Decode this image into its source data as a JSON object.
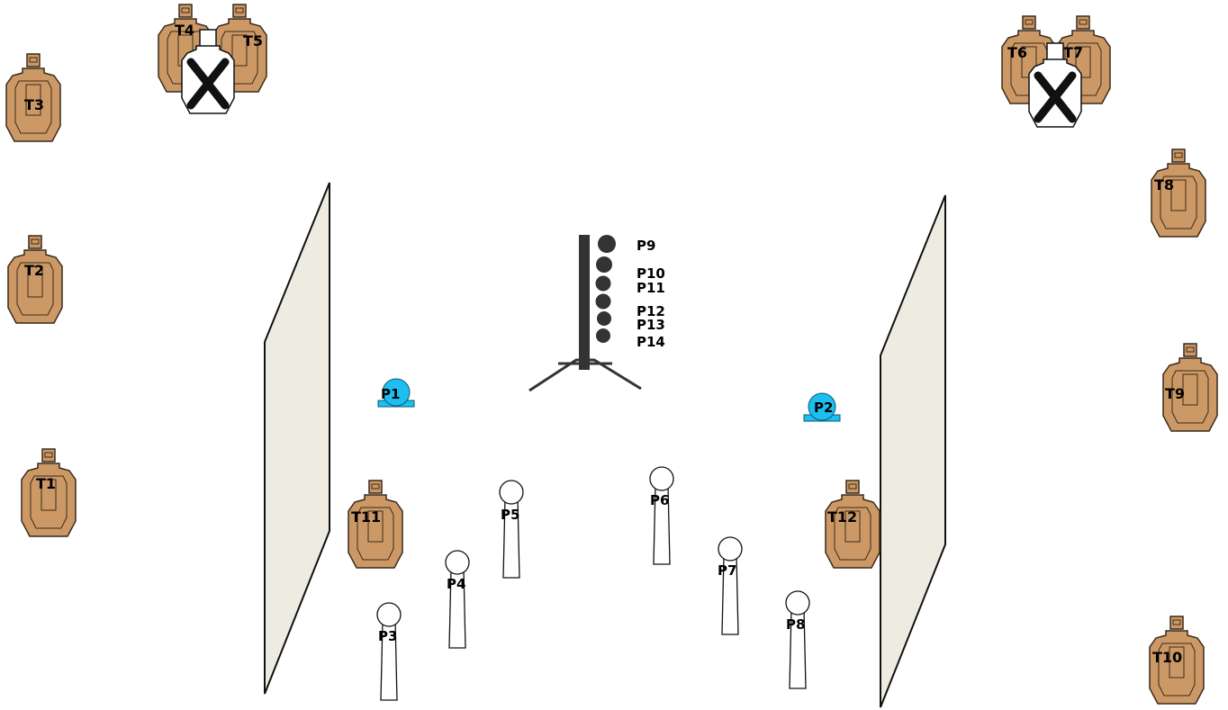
{
  "colors": {
    "target_fill": "#cc9966",
    "target_stroke": "#3a2a1a",
    "popper_fill": "#ffffff",
    "metal_plate_fill": "#1ebef0",
    "wall_fill": "#eeebe1",
    "wall_stroke": "#111111",
    "no_shoot_fill": "#ffffff",
    "plate_rack_fill": "#333333"
  },
  "icons": {
    "paper_target": "silhouette-target-icon",
    "no_shoot": "no-shoot-x-icon",
    "popper": "popper-icon",
    "metal_plate": "metal-plate-icon",
    "plate_rack": "dueling-tree-icon",
    "wall": "wall-barrier"
  },
  "targets": [
    {
      "id": "t1",
      "label": "T1"
    },
    {
      "id": "t2",
      "label": "T2"
    },
    {
      "id": "t3",
      "label": "T3"
    },
    {
      "id": "t4",
      "label": "T4"
    },
    {
      "id": "t5",
      "label": "T5"
    },
    {
      "id": "t6",
      "label": "T6"
    },
    {
      "id": "t7",
      "label": "T7"
    },
    {
      "id": "t8",
      "label": "T8"
    },
    {
      "id": "t9",
      "label": "T9"
    },
    {
      "id": "t10",
      "label": "T10"
    },
    {
      "id": "t11",
      "label": "T11"
    },
    {
      "id": "t12",
      "label": "T12"
    }
  ],
  "no_shoots": [
    {
      "id": "ns-left",
      "mark": "X"
    },
    {
      "id": "ns-right",
      "mark": "X"
    }
  ],
  "plates": [
    {
      "id": "p1",
      "label": "P1"
    },
    {
      "id": "p2",
      "label": "P2"
    }
  ],
  "poppers": [
    {
      "id": "p3",
      "label": "P3"
    },
    {
      "id": "p4",
      "label": "P4"
    },
    {
      "id": "p5",
      "label": "P5"
    },
    {
      "id": "p6",
      "label": "P6"
    },
    {
      "id": "p7",
      "label": "P7"
    },
    {
      "id": "p8",
      "label": "P8"
    }
  ],
  "tree_plates": [
    {
      "id": "p9",
      "label": "P9"
    },
    {
      "id": "p10",
      "label": "P10"
    },
    {
      "id": "p11",
      "label": "P11"
    },
    {
      "id": "p12",
      "label": "P12"
    },
    {
      "id": "p13",
      "label": "P13"
    },
    {
      "id": "p14",
      "label": "P14"
    }
  ]
}
